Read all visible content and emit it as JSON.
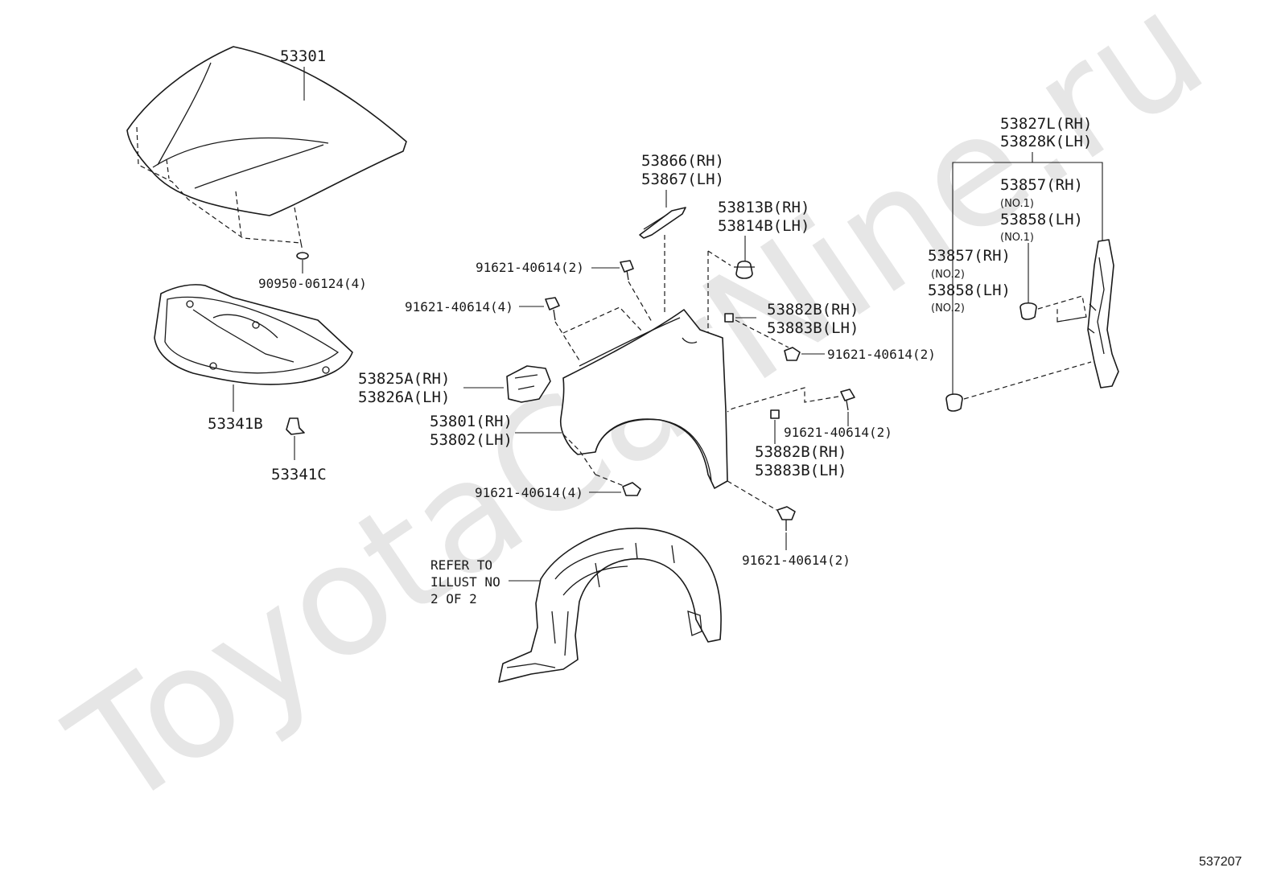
{
  "watermark": "ToyotaCarNine.ru",
  "figure_code": "537207",
  "labels": {
    "p53301": "53301",
    "p90950": "90950-06124(4)",
    "p53341b": "53341B",
    "p53341c": "53341C",
    "p53866": "53866(RH)",
    "p53867": "53867(LH)",
    "p53813b": "53813B(RH)",
    "p53814b": "53814B(LH)",
    "bolt_top_a": "91621-40614(2)",
    "bolt_top_b": "91621-40614(4)",
    "p53882b_a": "53882B(RH)",
    "p53883b_a": "53883B(LH)",
    "bolt_right_a": "91621-40614(2)",
    "p53825a": "53825A(RH)",
    "p53826a": "53826A(LH)",
    "p53801": "53801(RH)",
    "p53802": "53802(LH)",
    "bolt_right_b": "91621-40614(2)",
    "p53882b_b": "53882B(RH)",
    "p53883b_b": "53883B(LH)",
    "bolt_bottom_a": "91621-40614(4)",
    "bolt_bottom_b": "91621-40614(2)",
    "refer_1": "REFER TO",
    "refer_2": "ILLUST NO",
    "refer_3": "2 OF 2",
    "p53827l": "53827L(RH)",
    "p53828k": "53828K(LH)",
    "p53857_1": "53857(RH)",
    "no1_a": "(NO.1)",
    "p53858_1": "53858(LH)",
    "no1_b": "(NO.1)",
    "p53857_2": "53857(RH)",
    "no2_a": "(NO.2)",
    "p53858_2": "53858(LH)",
    "no2_b": "(NO.2)"
  }
}
